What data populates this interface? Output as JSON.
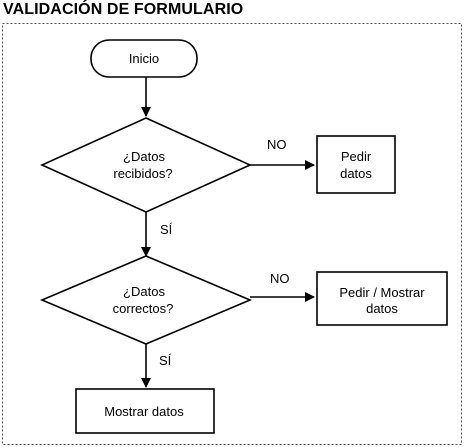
{
  "title": "VALIDACIÓN DE FORMULARIO",
  "nodes": {
    "start": {
      "type": "terminal",
      "lines": [
        "Inicio"
      ]
    },
    "decision_received": {
      "type": "decision",
      "lines": [
        "¿Datos",
        "recibidos?"
      ]
    },
    "request_data": {
      "type": "process",
      "lines": [
        "Pedir",
        "datos"
      ]
    },
    "decision_correct": {
      "type": "decision",
      "lines": [
        "¿Datos",
        "correctos?"
      ]
    },
    "request_show_data": {
      "type": "process",
      "lines": [
        "Pedir / Mostrar",
        "datos"
      ]
    },
    "show_data": {
      "type": "process",
      "lines": [
        "Mostrar datos"
      ]
    }
  },
  "edges": [
    {
      "from": "start",
      "to": "decision_received",
      "label": ""
    },
    {
      "from": "decision_received",
      "to": "request_data",
      "label": "NO"
    },
    {
      "from": "decision_received",
      "to": "decision_correct",
      "label": "SÍ"
    },
    {
      "from": "decision_correct",
      "to": "request_show_data",
      "label": "NO"
    },
    {
      "from": "decision_correct",
      "to": "show_data",
      "label": "SÍ"
    }
  ],
  "colors": {
    "stroke": "#000000",
    "fill": "#ffffff",
    "frame": "#555555"
  }
}
